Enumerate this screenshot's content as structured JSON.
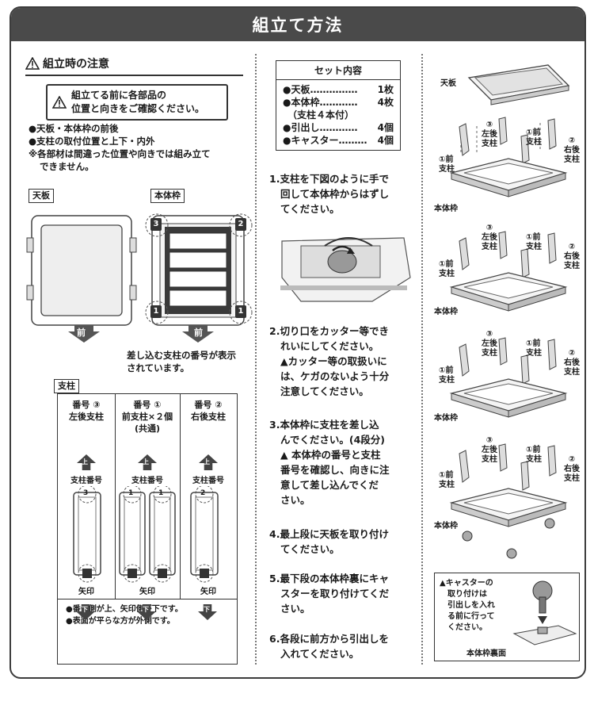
{
  "title": "組立て方法",
  "caution": {
    "heading": "組立時の注意",
    "box_line1": "組立てる前に各部品の",
    "box_line2": "位置と向きをご確認ください。",
    "bullet1": "●天板・本体枠の前後",
    "bullet2": "●支柱の取付位置と上下・内外",
    "note1": "※各部材は間違った位置や向きでは組み立て",
    "note2": "できません。"
  },
  "panel_label": "天板",
  "frame_label": "本体枠",
  "front_label": "前",
  "frame_numbers": [
    "3",
    "2",
    "1",
    "1"
  ],
  "frame_note1": "差し込む支柱の番号が表示",
  "frame_note2": "されています。",
  "posts": {
    "label": "支柱",
    "columns": [
      {
        "num_line": "番号 ③",
        "name_line1": "左後支柱",
        "name_line2": "",
        "mark": "3"
      },
      {
        "num_line": "番号 ①",
        "name_line1": "前支柱×２個",
        "name_line2": "(共通)",
        "mark": "1"
      },
      {
        "num_line": "番号 ②",
        "name_line1": "右後支柱",
        "name_line2": "",
        "mark": "2"
      }
    ],
    "up_char": "上",
    "down_char": "下",
    "post_number_label": "支柱番号",
    "arrow_label": "矢印",
    "foot1": "●番号側が上、矢印側が下です。",
    "foot2": "●表面が平らな方が外側です。"
  },
  "set_contents": {
    "heading": "セット内容",
    "items": [
      {
        "name": "●天板……………",
        "qty": "1枚"
      },
      {
        "name": "●本体枠…………",
        "qty": "4枚"
      },
      {
        "name": "（支柱４本付）",
        "qty": ""
      },
      {
        "name": "●引出し…………",
        "qty": "4個"
      },
      {
        "name": "●キャスター………",
        "qty": "4個"
      }
    ]
  },
  "steps": [
    {
      "lines": [
        "1.支柱を下図のように手で",
        "回して本体枠からはずし",
        "てください。"
      ]
    },
    {
      "lines": [
        "2.切り口をカッター等でき",
        "れいにしてください。",
        "▲カッター等の取扱いに",
        "は、ケガのないよう十分",
        "注意してください。"
      ]
    },
    {
      "lines": [
        "3.本体枠に支柱を差し込",
        "んでください。(4段分)",
        "▲ 本体枠の番号と支柱",
        "番号を確認し、向きに注",
        "意して差し込んでくだ",
        "さい。"
      ]
    },
    {
      "lines": [
        "4.最上段に天板を取り付け",
        "てください。"
      ]
    },
    {
      "lines": [
        "5.最下段の本体枠裏にキャ",
        "スターを取り付けてくだ",
        "さい。"
      ]
    },
    {
      "lines": [
        "6.各段に前方から引出しを",
        "入れてください。"
      ]
    }
  ],
  "diagram": {
    "top_panel": "天板",
    "frame": "本体枠",
    "left_back": "③\n左後\n支柱",
    "front_right": "①前\n支柱",
    "right_back": "②\n右後\n支柱",
    "front_left": "①前\n支柱"
  },
  "caster_note": {
    "lines": [
      "▲キャスターの",
      "取り付けは",
      "引出しを入れ",
      "る前に行って",
      "ください。"
    ],
    "caption": "本体枠裏面"
  }
}
